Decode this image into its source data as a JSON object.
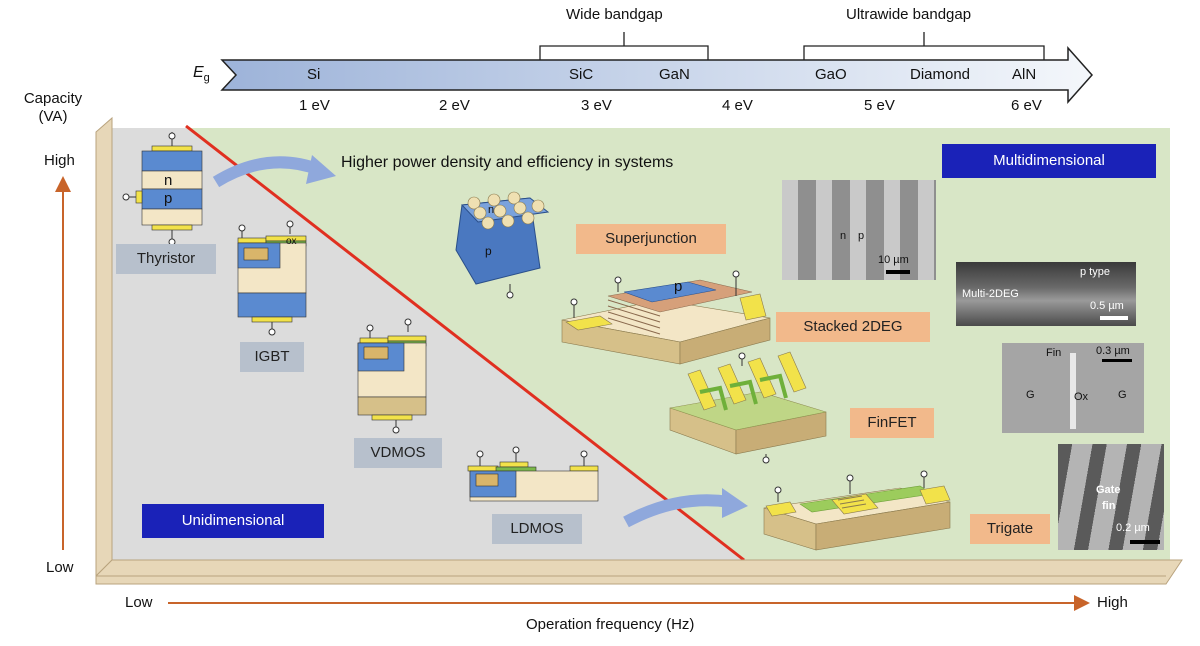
{
  "bandgap": {
    "symbol": "E",
    "subscript": "g",
    "groups": [
      {
        "label": "Wide bandgap"
      },
      {
        "label": "Ultrawide bandgap"
      }
    ],
    "materials": [
      "Si",
      "SiC",
      "GaN",
      "GaO",
      "Diamond",
      "AlN"
    ],
    "energies": [
      "1 eV",
      "2 eV",
      "3 eV",
      "4 eV",
      "5 eV",
      "6 eV"
    ]
  },
  "axes": {
    "y_title_line1": "Capacity",
    "y_title_line2": "(VA)",
    "y_high": "High",
    "y_low": "Low",
    "x_low": "Low",
    "x_high": "High",
    "x_title": "Operation frequency (Hz)"
  },
  "headline": "Higher power density and efficiency in systems",
  "regions": {
    "left": "Unidimensional",
    "right": "Multidimensional"
  },
  "devices_left": [
    "Thyristor",
    "IGBT",
    "VDMOS",
    "LDMOS"
  ],
  "devices_right": [
    "Superjunction",
    "Stacked 2DEG",
    "FinFET",
    "Trigate"
  ],
  "layer_labels": {
    "n": "n",
    "p": "p",
    "ox": "ox"
  },
  "photo_labels": {
    "sj_n": "n",
    "sj_p": "p",
    "sj_scale": "10 µm",
    "deg_ptype": "p type",
    "deg_multi": "Multi-2DEG",
    "deg_scale": "0.5 µm",
    "fin_fin": "Fin",
    "fin_scale": "0.3 µm",
    "fin_g1": "G",
    "fin_ox": "Ox",
    "fin_g2": "G",
    "tri_gate": "Gate",
    "tri_fin": "fin",
    "tri_scale": "0.2 µm"
  },
  "colors": {
    "left_region": "#dcdcdc",
    "right_region": "#d8e6c6",
    "divider": "#e03020",
    "axis_arrow": "#c8642a",
    "region_badge": "#1a22b8"
  }
}
